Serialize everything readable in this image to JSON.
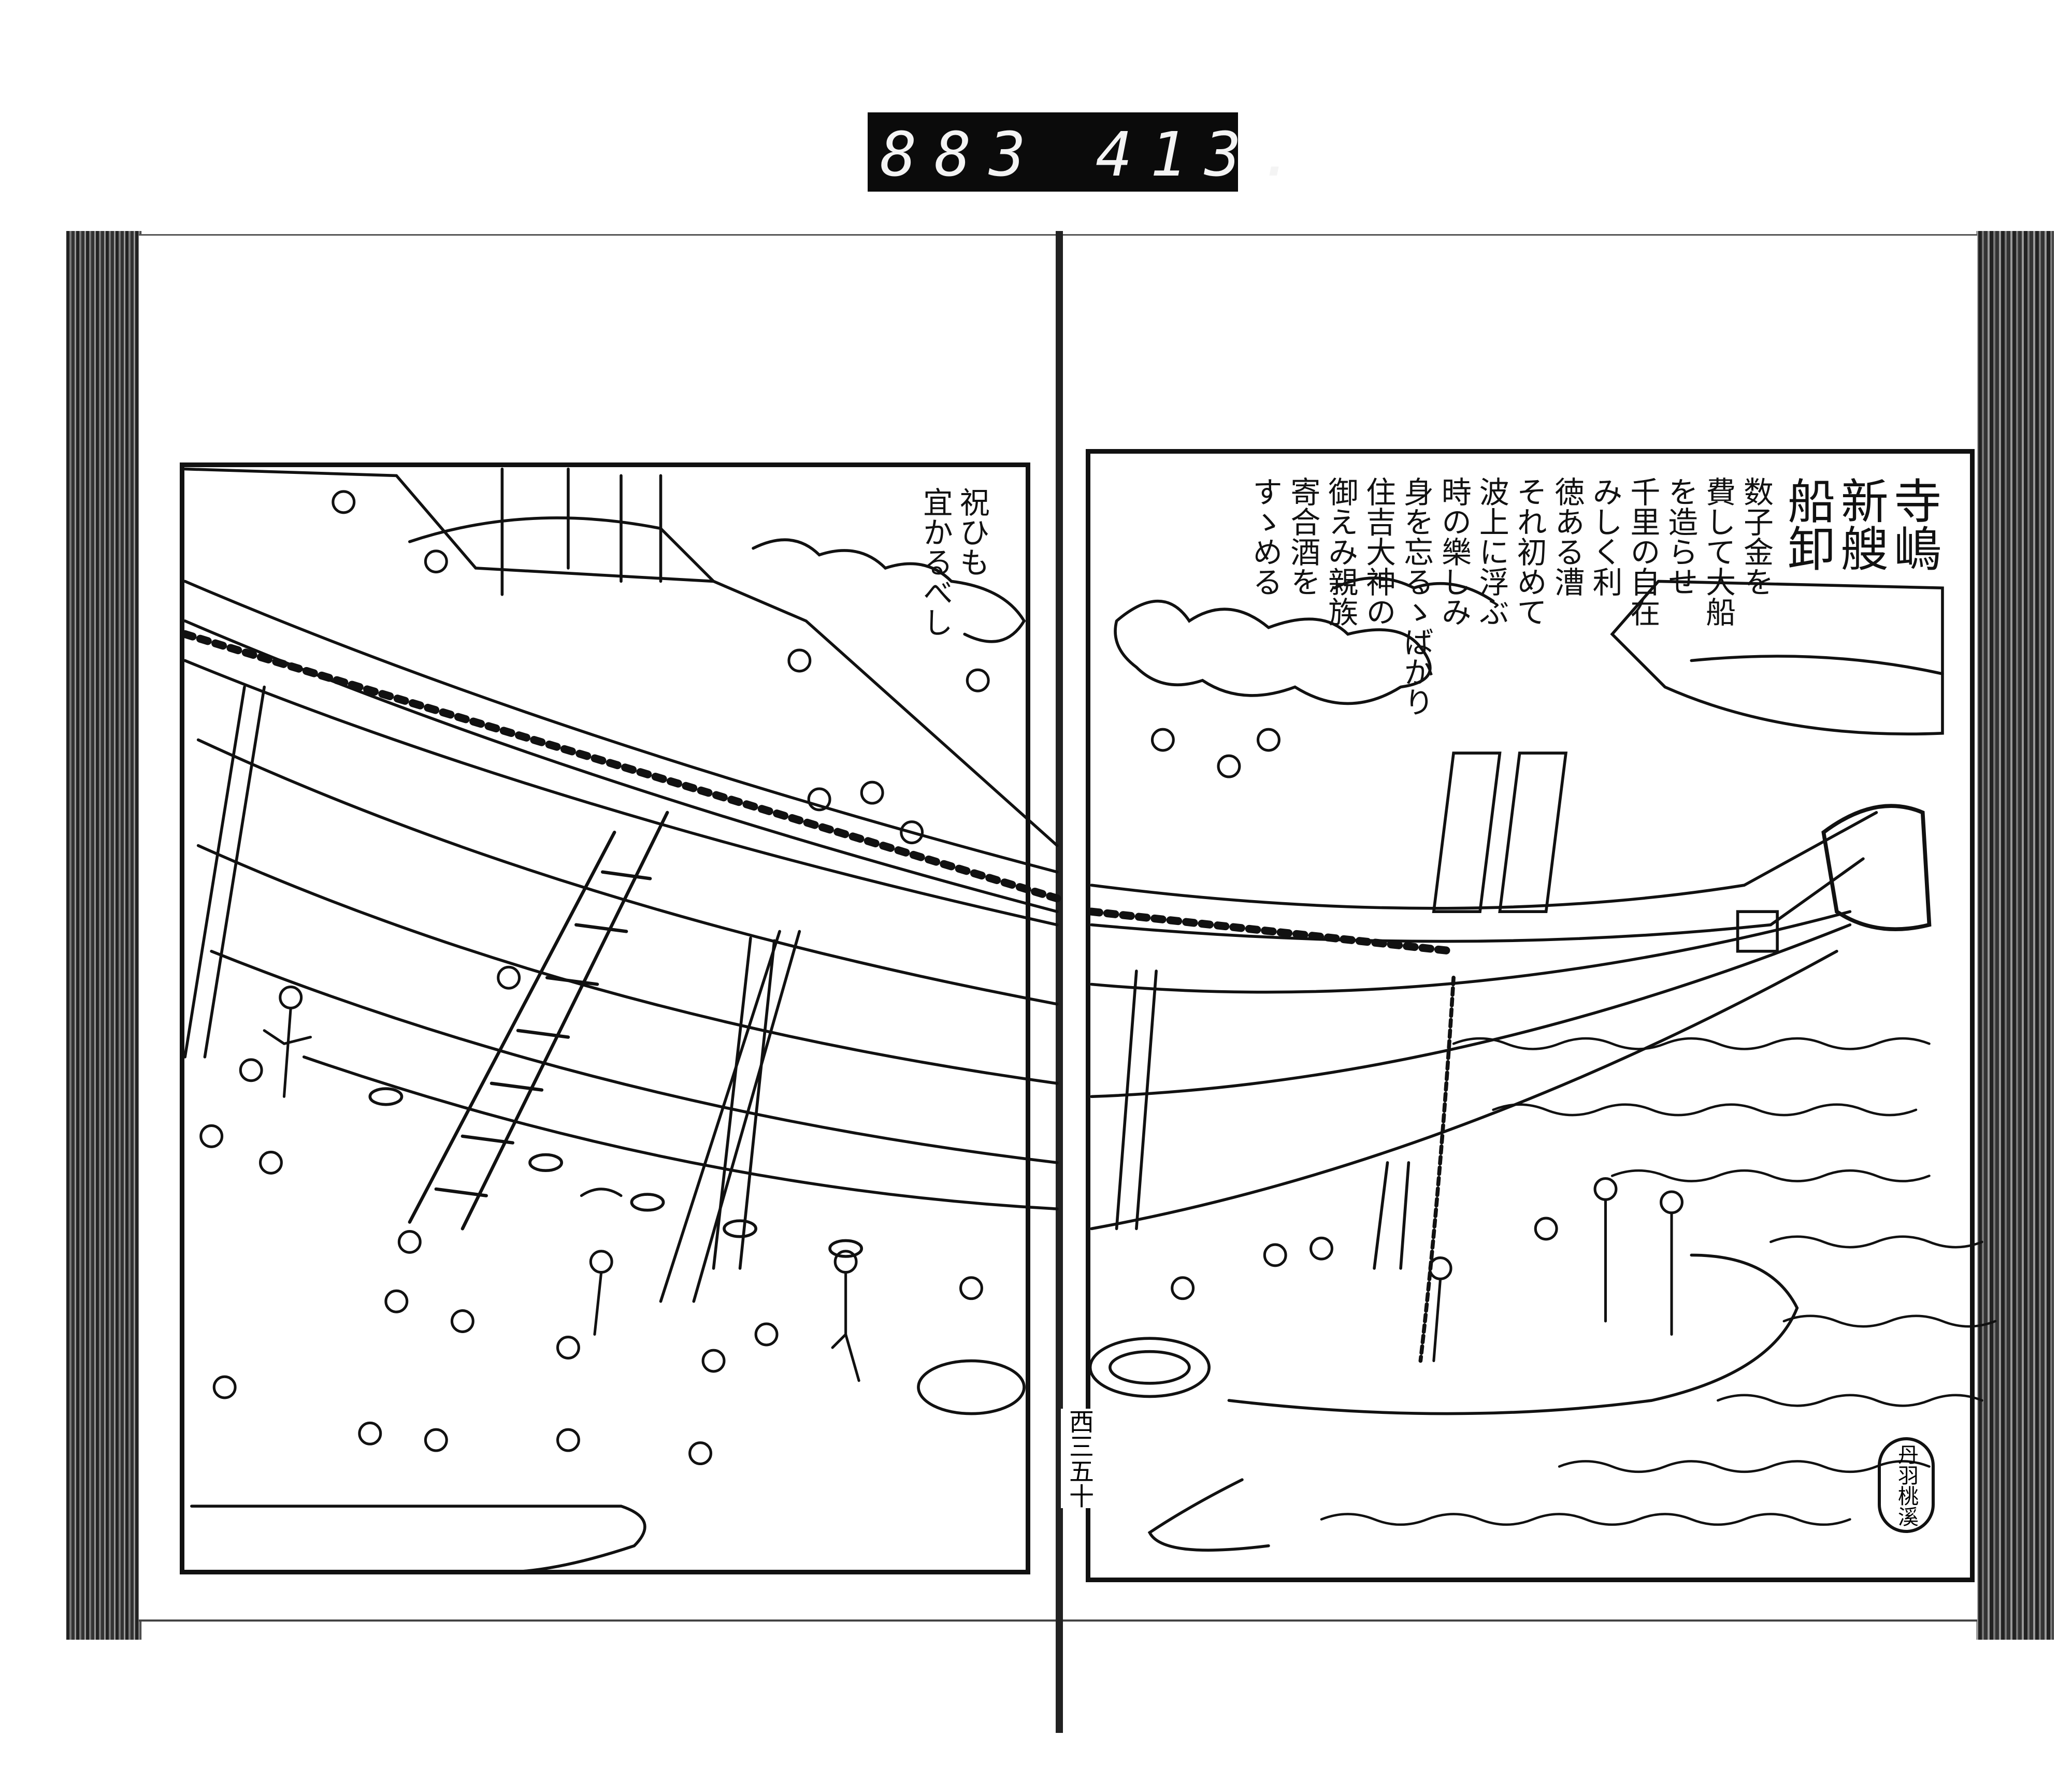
{
  "catalog_label": {
    "left": "883",
    "right": "413."
  },
  "right_page": {
    "title_lines": [
      "寺嶋",
      "新艘",
      "船卸"
    ],
    "caption_lines": [
      "数子金を",
      "費して大船",
      "を造らせ",
      "千里の自在",
      "みしく利",
      "徳ある漕",
      "それ初めて",
      "波上に浮ぶ",
      "時の樂しみ",
      "身を忘るゝばかり",
      "住吉大神の",
      "御えみ親族",
      "寄合酒を",
      "すゝめる"
    ],
    "artist_seal": "丹羽桃溪"
  },
  "left_page": {
    "caption_lines": [
      "祝ひも",
      "宜かるべし"
    ]
  },
  "spine_text": "西三五十",
  "colors": {
    "ink": "#111111",
    "paper": "#ffffff",
    "edge": "#222222"
  }
}
